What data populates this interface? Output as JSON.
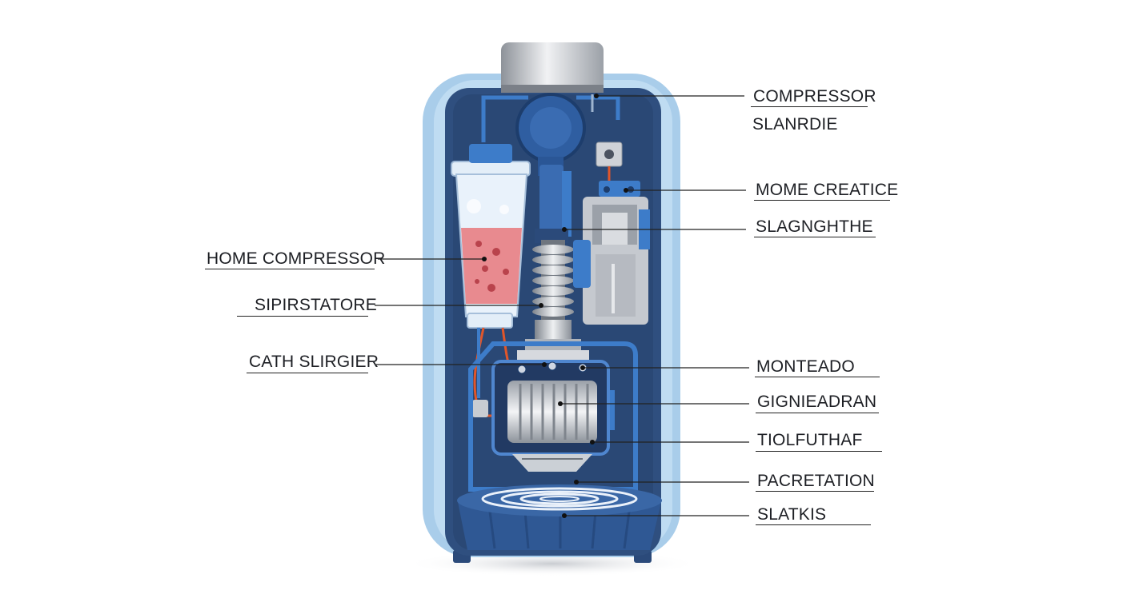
{
  "colors": {
    "outer_shell": "#a9cdea",
    "inner_body": "#2f4f7f",
    "dark_navy": "#223a63",
    "accent_blue": "#3d7cc9",
    "steel": "#c9ccd2",
    "liquid": "#e27a7f",
    "wire": "#e0562a",
    "leader_line": "#222222"
  },
  "labels": {
    "left": [
      {
        "id": "home-compressor",
        "text": "HOME COMPRESSOR"
      },
      {
        "id": "sipirstatore",
        "text": "SIPIRSTATORE"
      },
      {
        "id": "cath-slirgier",
        "text": "CATH SLIRGIER"
      }
    ],
    "right": [
      {
        "id": "compressor",
        "text": "COMPRESSOR"
      },
      {
        "id": "slanrdie",
        "text": "SLANRDIE"
      },
      {
        "id": "mome-creatice",
        "text": "MOME CREATICE"
      },
      {
        "id": "slagnghthe",
        "text": "SLAGNGHTHE"
      },
      {
        "id": "monteado",
        "text": "MONTEADO"
      },
      {
        "id": "gignieadran",
        "text": "GIGNIEADRAN"
      },
      {
        "id": "tiolfuthaf",
        "text": "TIOLFUTHAF"
      },
      {
        "id": "pacretation",
        "text": "PACRETATION"
      },
      {
        "id": "slatkis",
        "text": "SLATKIS"
      }
    ]
  }
}
